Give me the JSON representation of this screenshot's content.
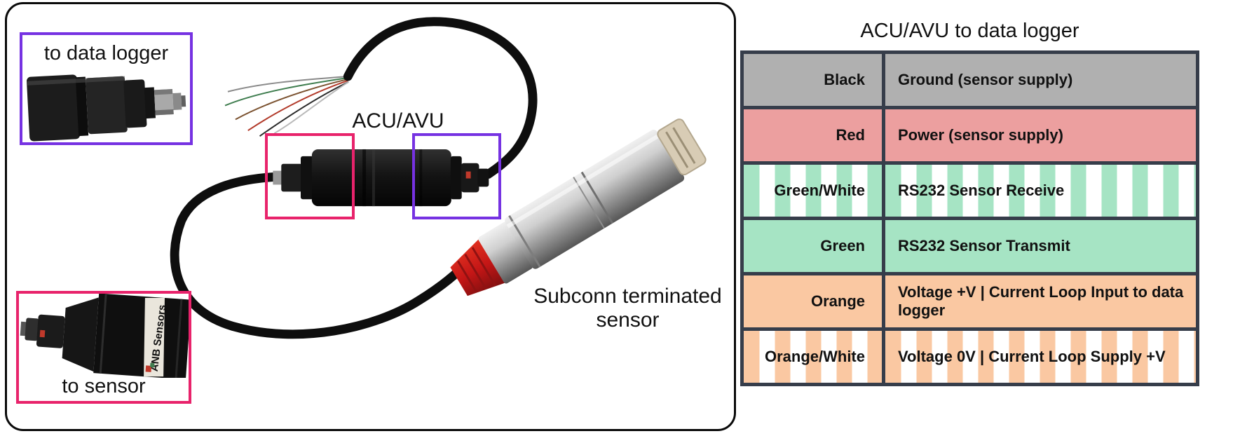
{
  "panel": {
    "inset_top": {
      "label": "to data logger",
      "border_color": "#7632e2"
    },
    "inset_bottom": {
      "label": "to sensor",
      "border_color": "#e8236b",
      "device_label": "ANB Sensors"
    },
    "acu_label": "ACU/AVU",
    "sensor_label_line1": "Subconn terminated",
    "sensor_label_line2": "sensor"
  },
  "table": {
    "title": "ACU/AVU to data logger",
    "border_color": "#363d4a",
    "stripe_white": "#ffffff",
    "rows": [
      {
        "wire": "Black",
        "function": "Ground (sensor supply)",
        "color": "#b0b0b0",
        "striped": false
      },
      {
        "wire": "Red",
        "function": "Power (sensor supply)",
        "color": "#ec9f9f",
        "striped": false
      },
      {
        "wire": "Green/White",
        "function": "RS232 Sensor Receive",
        "color": "#a6e4c4",
        "striped": true
      },
      {
        "wire": "Green",
        "function": "RS232 Sensor Transmit",
        "color": "#a6e4c4",
        "striped": false
      },
      {
        "wire": "Orange",
        "function": "Voltage +V | Current Loop Input to data logger",
        "color": "#fac8a2",
        "striped": false
      },
      {
        "wire": "Orange/White",
        "function": "Voltage 0V | Current Loop Supply +V",
        "color": "#fac8a2",
        "striped": true
      }
    ]
  },
  "colors": {
    "highlight_purple": "#7632e2",
    "highlight_pink": "#e8236b",
    "table_border": "#363d4a",
    "connector_red": "#c41616",
    "sensor_silver": "#b5b5b5",
    "sensor_cap_beige": "#d8ccb5"
  }
}
